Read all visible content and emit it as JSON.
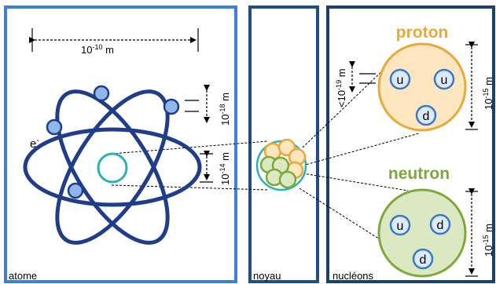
{
  "panels": {
    "atome": "atome",
    "noyau": "noyau",
    "nucleons": "nucléons"
  },
  "scales": {
    "atom_size": {
      "mantissa": "10",
      "exponent": "-10",
      "unit": " m"
    },
    "electron_size": {
      "mantissa": "10",
      "exponent": "-18",
      "unit": " m"
    },
    "nucleus_size": {
      "mantissa": "10",
      "exponent": "-14",
      "unit": " m"
    },
    "quark_size": {
      "prefix": "<",
      "mantissa": "10",
      "exponent": "-19",
      "unit": " m"
    },
    "proton_size": {
      "mantissa": "10",
      "exponent": "-15",
      "unit": " m"
    },
    "neutron_size": {
      "mantissa": "10",
      "exponent": "-15",
      "unit": " m"
    }
  },
  "electron": {
    "symbol": "e",
    "charge": "-"
  },
  "proton": {
    "title": "proton",
    "quarks": [
      "u",
      "u",
      "d"
    ]
  },
  "neutron": {
    "title": "neutron",
    "quarks": [
      "u",
      "d",
      "d"
    ]
  },
  "colors": {
    "panel_atome": "#3f7fd6",
    "panel_noyau": "#214f82",
    "panel_nucleons": "#1c3f6b",
    "orbit": "#1f3d8a",
    "nucleus_ring": "#2bb3b3",
    "proton": "#e7a93a",
    "proton_fill": "#fde6c0",
    "neutron": "#7ea83a",
    "neutron_fill": "#dbe9c3",
    "quark_ring": "#3a78c8",
    "electron_fill": "#8fb7ea"
  }
}
